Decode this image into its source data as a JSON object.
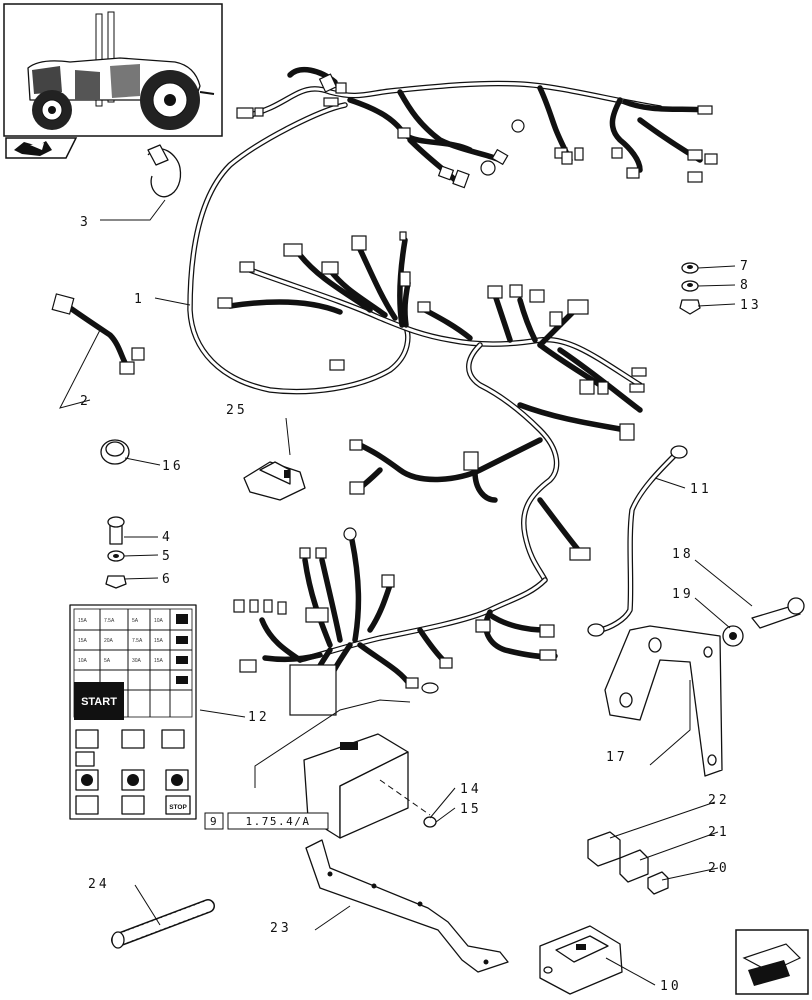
{
  "callouts": [
    {
      "id": "c1",
      "text": "1"
    },
    {
      "id": "c2",
      "text": "2"
    },
    {
      "id": "c3",
      "text": "3"
    },
    {
      "id": "c4",
      "text": "4"
    },
    {
      "id": "c5",
      "text": "5"
    },
    {
      "id": "c6",
      "text": "6"
    },
    {
      "id": "c7",
      "text": "7"
    },
    {
      "id": "c8",
      "text": "8"
    },
    {
      "id": "c10",
      "text": "10"
    },
    {
      "id": "c11",
      "text": "11"
    },
    {
      "id": "c12",
      "text": "12"
    },
    {
      "id": "c13",
      "text": "13"
    },
    {
      "id": "c14",
      "text": "14"
    },
    {
      "id": "c15",
      "text": "15"
    },
    {
      "id": "c16",
      "text": "16"
    },
    {
      "id": "c17",
      "text": "17"
    },
    {
      "id": "c18",
      "text": "18"
    },
    {
      "id": "c19",
      "text": "19"
    },
    {
      "id": "c20",
      "text": "20"
    },
    {
      "id": "c21",
      "text": "21"
    },
    {
      "id": "c22",
      "text": "22"
    },
    {
      "id": "c23",
      "text": "23"
    },
    {
      "id": "c24",
      "text": "24"
    },
    {
      "id": "c25",
      "text": "25"
    }
  ],
  "reference": {
    "page": "9",
    "section": "1.75.4/A"
  },
  "panel": {
    "start_label": "START",
    "stop_label": "STOP",
    "fuse_labels": [
      "15A",
      "7.5A",
      "5A",
      "10A",
      "15A",
      "20A",
      "7.5A",
      "15A",
      "10A",
      "5A",
      "30A",
      "15A"
    ]
  },
  "icons": {
    "thumbnail": "tractor-thumbnail-icon",
    "nav_arrow": "next-page-arrow-icon",
    "corner_arrow": "page-corner-arrow-icon"
  }
}
